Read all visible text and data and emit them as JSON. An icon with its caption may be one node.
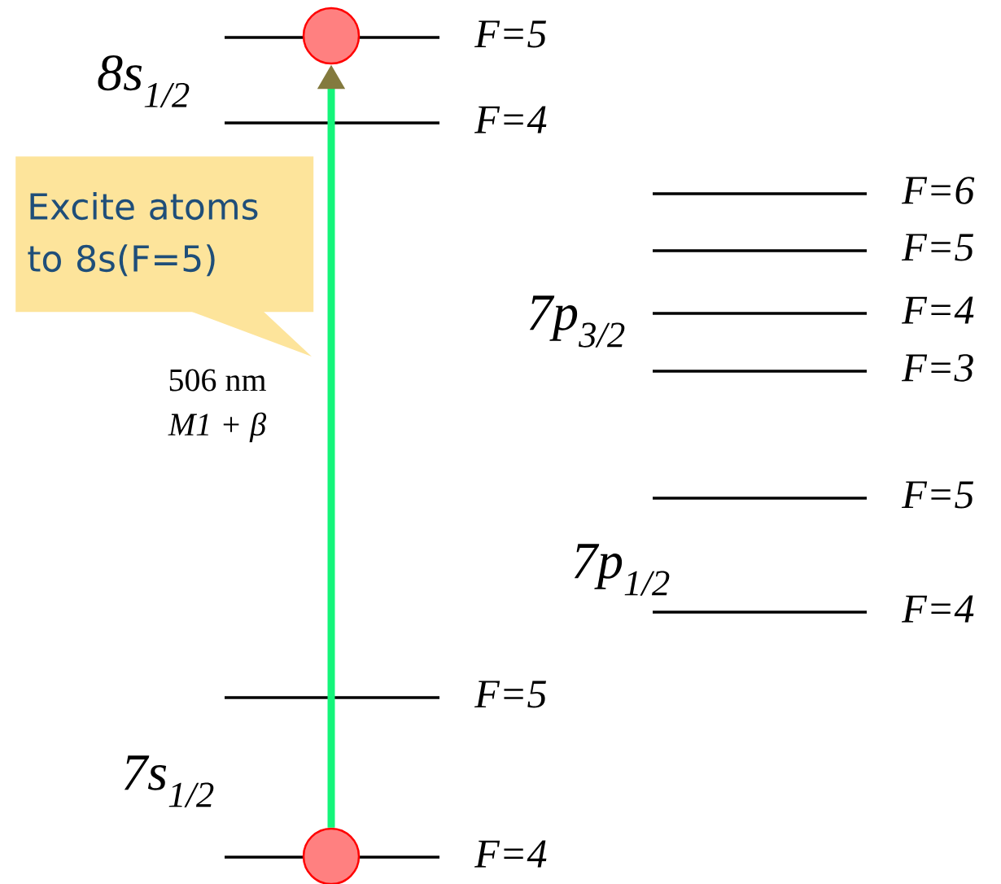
{
  "diagram": {
    "nodes": [
      {
        "text": [],
        "shape": "bar",
        "beside": [
          "F=5"
        ]
      },
      {
        "text": [],
        "shape": "circle"
      },
      {
        "text": [],
        "shape": "bar",
        "beside": [
          "F=4"
        ]
      },
      {
        "text": [
          "Excite atoms to 8s(F=5)"
        ]
      },
      {
        "text": [],
        "shape": "bar",
        "beside": [
          "F=6"
        ]
      },
      {
        "text": [],
        "shape": "bar",
        "beside": [
          "F=5"
        ]
      },
      {
        "text": [],
        "shape": "bar",
        "beside": [
          "F=4"
        ]
      },
      {
        "text": [],
        "shape": "bar",
        "beside": [
          "F=3"
        ]
      },
      {
        "text": [],
        "shape": "bar",
        "beside": [
          "F=5"
        ]
      },
      {
        "text": [],
        "shape": "bar",
        "beside": [
          "F=4"
        ]
      },
      {
        "text": [],
        "shape": "bar",
        "beside": [
          "F=5"
        ]
      },
      {
        "text": [],
        "shape": "bar",
        "beside": [
          "F=4"
        ]
      },
      {
        "text": [],
        "shape": "circle"
      }
    ],
    "edges": [
      {
        "from": 12,
        "to": 1,
        "arrow": "to"
      }
    ],
    "labels": [
      "8s$_{1/2}$",
      "7p$_{3/2}$",
      "506 nm",
      "M1 + β",
      "7p$_{1/2}$",
      "7s$_{1/2}$"
    ]
  }
}
